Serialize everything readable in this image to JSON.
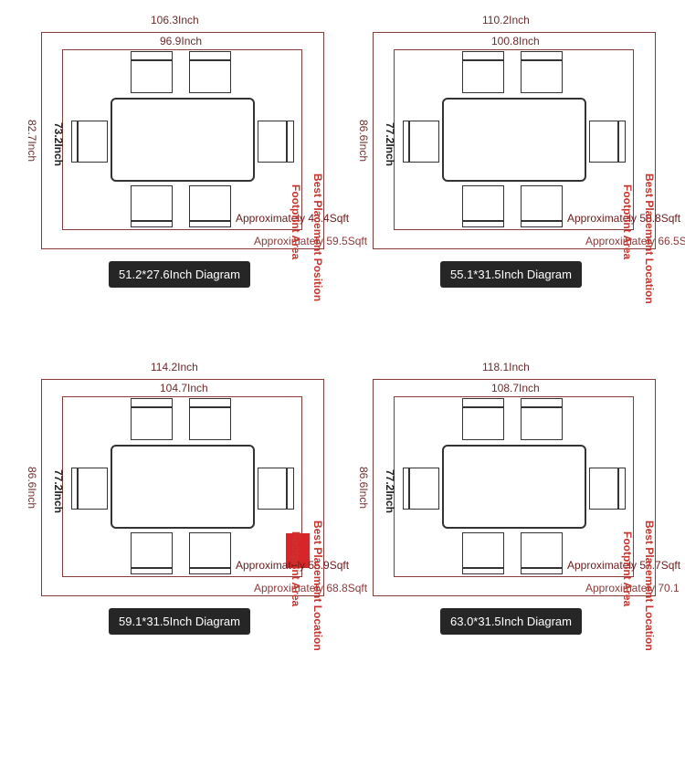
{
  "diagrams": [
    {
      "outer_width": "106.3Inch",
      "inner_width": "96.9Inch",
      "outer_height": "82.7Inch",
      "inner_height": "73.2Inch",
      "footprint_area": "Approximately 43.4Sqft",
      "placement_area": "Approximately 59.5Sqft",
      "best_label": "Best Placement Position",
      "footprint_label": "Footprint Area",
      "caption": "51.2*27.6Inch Diagram"
    },
    {
      "outer_width": "110.2Inch",
      "inner_width": "100.8Inch",
      "outer_height": "86.6Inch",
      "inner_height": "77.2Inch",
      "footprint_area": "Approximately 50.8Sqft",
      "placement_area": "Approximately 66.5S",
      "best_label": "Best Placement Location",
      "footprint_label": "Footprint Area",
      "caption": "55.1*31.5Inch Diagram"
    },
    {
      "outer_width": "114.2Inch",
      "inner_width": "104.7Inch",
      "outer_height": "86.6Inch",
      "inner_height": "77.2Inch",
      "footprint_area": "Approximately 55.9Sqft",
      "placement_area": "Approximately 68.8Sqft",
      "best_label": "Best Placement Location",
      "footprint_label": "Footprint Area",
      "caption": "59.1*31.5Inch Diagram"
    },
    {
      "outer_width": "118.1Inch",
      "inner_width": "108.7Inch",
      "outer_height": "86.6Inch",
      "inner_height": "77.2Inch",
      "footprint_area": "Approximately 57.7Sqft",
      "placement_area": "Approximately 70.1",
      "best_label": "Best Placement Location",
      "footprint_label": "Footprint Area",
      "caption": "63.0*31.5Inch Diagram"
    }
  ],
  "colors": {
    "outline": "#8b3a3a",
    "label_red": "#c8352d",
    "caption_bg": "#262626",
    "furniture": "#333333"
  }
}
